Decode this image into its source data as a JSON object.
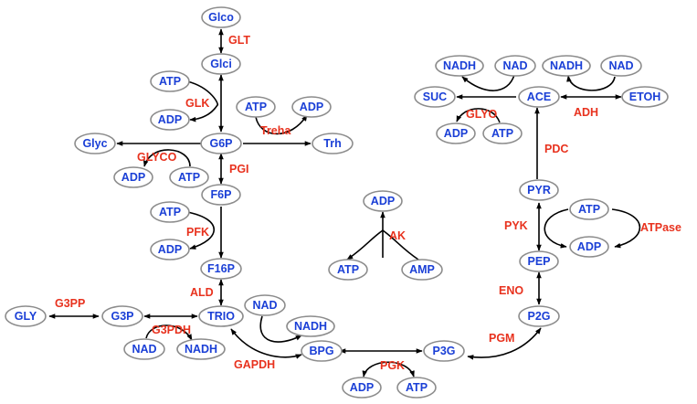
{
  "metabolites": [
    {
      "id": "glco",
      "label": "Glco"
    },
    {
      "id": "glci",
      "label": "Glci"
    },
    {
      "id": "g6p",
      "label": "G6P"
    },
    {
      "id": "f6p",
      "label": "F6P"
    },
    {
      "id": "f16p",
      "label": "F16P"
    },
    {
      "id": "trio",
      "label": "TRIO"
    },
    {
      "id": "bpg",
      "label": "BPG"
    },
    {
      "id": "p3g",
      "label": "P3G"
    },
    {
      "id": "p2g",
      "label": "P2G"
    },
    {
      "id": "pep",
      "label": "PEP"
    },
    {
      "id": "pyr",
      "label": "PYR"
    },
    {
      "id": "ace",
      "label": "ACE"
    },
    {
      "id": "suc",
      "label": "SUC"
    },
    {
      "id": "etoh",
      "label": "ETOH"
    },
    {
      "id": "glyc",
      "label": "Glyc"
    },
    {
      "id": "trh",
      "label": "Trh"
    },
    {
      "id": "gly",
      "label": "GLY"
    },
    {
      "id": "g3p",
      "label": "G3P"
    },
    {
      "id": "atp_glk",
      "label": "ATP"
    },
    {
      "id": "adp_glk",
      "label": "ADP"
    },
    {
      "id": "atp_treha",
      "label": "ATP"
    },
    {
      "id": "adp_treha",
      "label": "ADP"
    },
    {
      "id": "adp_glyco",
      "label": "ADP"
    },
    {
      "id": "atp_glyco",
      "label": "ATP"
    },
    {
      "id": "atp_pfk",
      "label": "ATP"
    },
    {
      "id": "adp_pfk",
      "label": "ADP"
    },
    {
      "id": "adp_ak",
      "label": "ADP"
    },
    {
      "id": "atp_ak",
      "label": "ATP"
    },
    {
      "id": "amp_ak",
      "label": "AMP"
    },
    {
      "id": "nad_g3pdh",
      "label": "NAD"
    },
    {
      "id": "nadh_g3pdh",
      "label": "NADH"
    },
    {
      "id": "nad_gapdh",
      "label": "NAD"
    },
    {
      "id": "nadh_gapdh",
      "label": "NADH"
    },
    {
      "id": "adp_pgk",
      "label": "ADP"
    },
    {
      "id": "atp_pgk",
      "label": "ATP"
    },
    {
      "id": "atp_pyk",
      "label": "ATP"
    },
    {
      "id": "adp_pyk",
      "label": "ADP"
    },
    {
      "id": "nadh_glyo",
      "label": "NADH"
    },
    {
      "id": "nad_glyo",
      "label": "NAD"
    },
    {
      "id": "adp_glyo",
      "label": "ADP"
    },
    {
      "id": "atp_glyo",
      "label": "ATP"
    },
    {
      "id": "nadh_adh",
      "label": "NADH"
    },
    {
      "id": "nad_adh",
      "label": "NAD"
    }
  ],
  "enzymes": [
    {
      "id": "glt",
      "label": "GLT"
    },
    {
      "id": "glk",
      "label": "GLK"
    },
    {
      "id": "treha",
      "label": "Treha"
    },
    {
      "id": "glyco",
      "label": "GLYCO"
    },
    {
      "id": "pgi",
      "label": "PGI"
    },
    {
      "id": "pfk",
      "label": "PFK"
    },
    {
      "id": "ald",
      "label": "ALD"
    },
    {
      "id": "g3pp",
      "label": "G3PP"
    },
    {
      "id": "g3pdh",
      "label": "G3PDH"
    },
    {
      "id": "gapdh",
      "label": "GAPDH"
    },
    {
      "id": "pgk",
      "label": "PGK"
    },
    {
      "id": "pgm",
      "label": "PGM"
    },
    {
      "id": "eno",
      "label": "ENO"
    },
    {
      "id": "pyk",
      "label": "PYK"
    },
    {
      "id": "atpase",
      "label": "ATPase"
    },
    {
      "id": "ak",
      "label": "AK"
    },
    {
      "id": "pdc",
      "label": "PDC"
    },
    {
      "id": "glyo",
      "label": "GLYO"
    },
    {
      "id": "adh",
      "label": "ADH"
    }
  ]
}
